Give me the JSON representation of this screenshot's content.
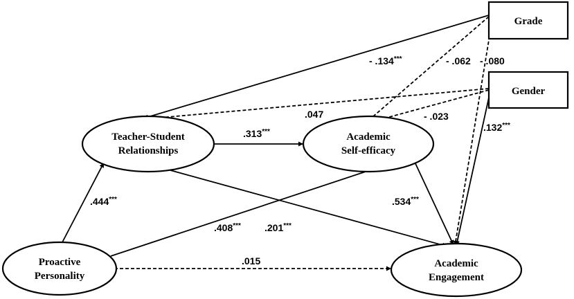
{
  "nodes": {
    "grade": "Grade",
    "gender": "Gender",
    "tsr_line1": "Teacher-Student",
    "tsr_line2": "Relationships",
    "ase_line1": "Academic",
    "ase_line2": "Self-efficacy",
    "pp_line1": "Proactive",
    "pp_line2": "Personality",
    "ae_line1": "Academic",
    "ae_line2": "Engagement"
  },
  "coefficients": {
    "grade_tsr": {
      "value": "- .134",
      "sig": "***"
    },
    "grade_ase": {
      "value": "- .062",
      "sig": ""
    },
    "grade_ae": {
      "value": "- .080",
      "sig": ""
    },
    "gender_tsr": {
      "value": ".047",
      "sig": ""
    },
    "gender_ase": {
      "value": "- .023",
      "sig": ""
    },
    "gender_ae": {
      "value": ".132",
      "sig": "***"
    },
    "tsr_ase": {
      "value": ".313",
      "sig": "***"
    },
    "pp_tsr": {
      "value": ".444",
      "sig": "***"
    },
    "pp_ase": {
      "value": ".408",
      "sig": "***"
    },
    "tsr_ae": {
      "value": ".201",
      "sig": "***"
    },
    "ase_ae": {
      "value": ".534",
      "sig": "***"
    },
    "pp_ae": {
      "value": ".015",
      "sig": ""
    }
  },
  "colors": {
    "stroke": "#000000",
    "background": "#ffffff"
  }
}
